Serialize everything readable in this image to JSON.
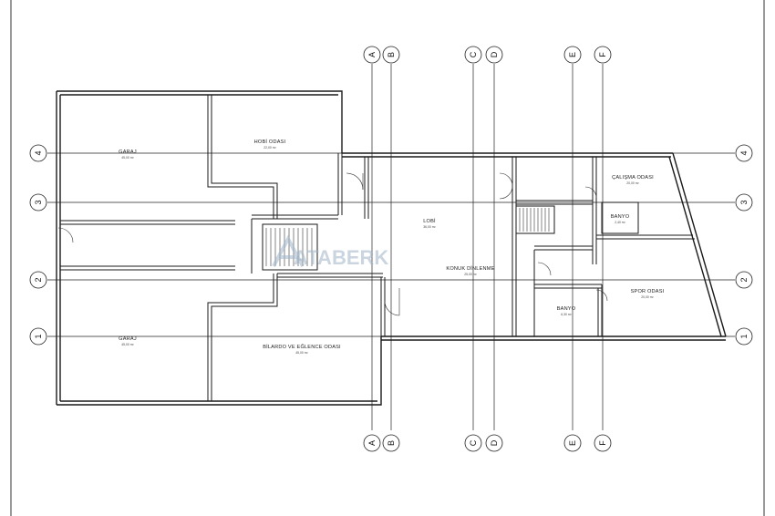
{
  "grid": {
    "vertical": [
      {
        "id": "a",
        "label": "A"
      },
      {
        "id": "b",
        "label": "B"
      },
      {
        "id": "c",
        "label": "C"
      },
      {
        "id": "d",
        "label": "D"
      },
      {
        "id": "e",
        "label": "E"
      },
      {
        "id": "f",
        "label": "F"
      }
    ],
    "horizontal": [
      {
        "id": "4",
        "label": "4"
      },
      {
        "id": "3",
        "label": "3"
      },
      {
        "id": "2",
        "label": "2"
      },
      {
        "id": "1",
        "label": "1"
      }
    ]
  },
  "rooms": {
    "garaj_top": {
      "name": "GARAJ",
      "area": "45,00 m²"
    },
    "hobi": {
      "name": "HOBİ ODASI",
      "area": "22,00 m²"
    },
    "lobi": {
      "name": "LOBİ",
      "area": "36,00 m²"
    },
    "konuk": {
      "name": "KONUK DİNLENME",
      "area": "25,00 m²"
    },
    "calisma": {
      "name": "ÇALIŞMA ODASI",
      "area": "20,00 m²"
    },
    "banyo_small": {
      "name": "BANYO",
      "area": "2,40 m²"
    },
    "spor": {
      "name": "SPOR ODASI",
      "area": "20,00 m²"
    },
    "banyo": {
      "name": "BANYO",
      "area": "6,30 m²"
    },
    "garaj_bottom": {
      "name": "GARAJ",
      "area": "45,00 m²"
    },
    "bilardo": {
      "name": "BİLARDO VE EĞLENCE ODASI",
      "area": "45,00 m²"
    }
  },
  "watermark": {
    "text": "ATABERK"
  },
  "colors": {
    "line": "#1a1a1a",
    "axis": "#222222",
    "watermark": "#9fb4c8"
  }
}
